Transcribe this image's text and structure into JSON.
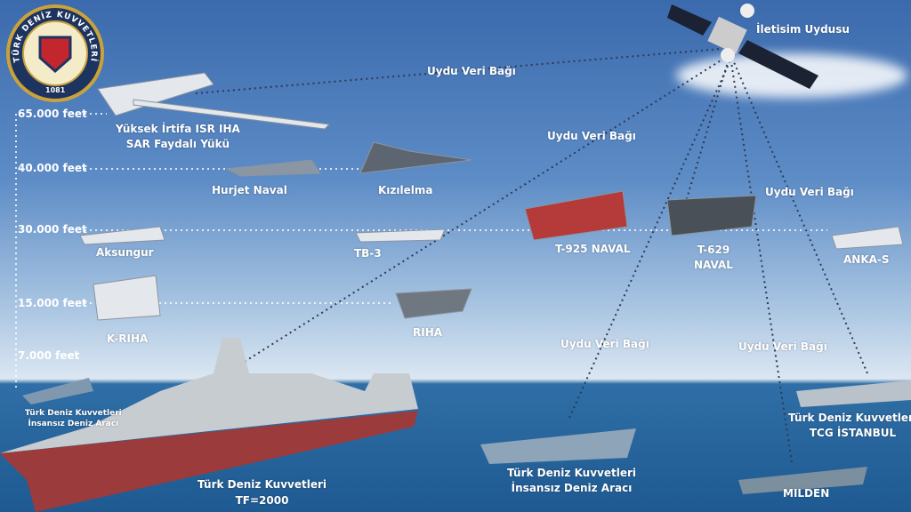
{
  "logo": {
    "text": "TÜRK DENİZ KUVVETLERİ",
    "year": "1081"
  },
  "altitudes": [
    "65.000 feet",
    "40.000 feet",
    "30.000 feet",
    "15.000 feet",
    "7.000 feet"
  ],
  "satellite": {
    "label": "İletisim Uydusu"
  },
  "links": [
    "Uydu Veri Bağı",
    "Uydu Veri Bağı",
    "Uydu Veri Bağı",
    "Uydu Veri Bağı",
    "Uydu Veri Bağı"
  ],
  "platforms": {
    "isr": [
      "Yüksek İrtifa ISR IHA",
      "SAR Faydalı Yükü"
    ],
    "hurjet": "Hurjet Naval",
    "kizilelma": "Kızılelma",
    "aksungur": "Aksungur",
    "tb3": "TB-3",
    "t925": "T-925 NAVAL",
    "t629": [
      "T-629",
      "NAVAL"
    ],
    "ankas": "ANKA-S",
    "kriha": "K-RIHA",
    "riha": "RIHA",
    "usv_small": [
      "Türk Deniz Kuvvetleri",
      "İnsansız Deniz Aracı"
    ],
    "tf2000": [
      "Türk Deniz Kuvvetleri",
      "TF=2000"
    ],
    "usv": [
      "Türk Deniz Kuvvetleri",
      "İnsansız Deniz Aracı"
    ],
    "istanbul": [
      "Türk Deniz Kuvvetleri",
      "TCG İSTANBUL"
    ],
    "milden": "MILDEN"
  }
}
